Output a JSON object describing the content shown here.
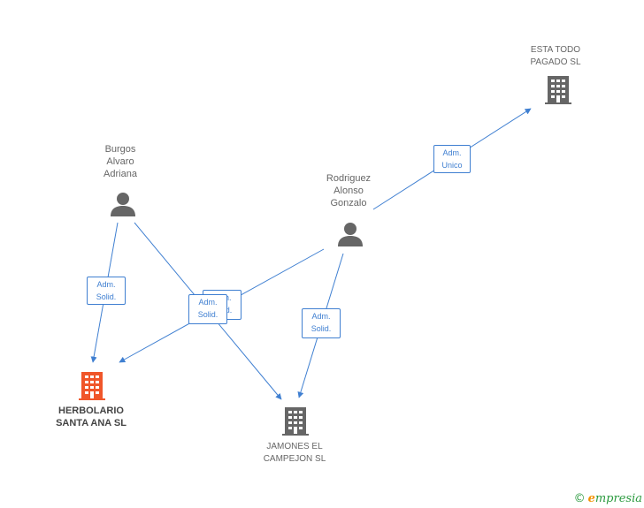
{
  "colors": {
    "edge": "#3f7fd1",
    "person": "#666666",
    "company": "#666666",
    "highlight_company": "#f0562a"
  },
  "persons": {
    "burgos": {
      "name": "Burgos\nAlvaro\nAdriana",
      "icon": "person-icon"
    },
    "rodriguez": {
      "name": "Rodriguez\nAlonso\nGonzalo",
      "icon": "person-icon"
    }
  },
  "companies": {
    "esta_todo": {
      "name": "ESTA TODO\nPAGADO SL",
      "icon": "building-icon"
    },
    "herbolario": {
      "name": "HERBOLARIO\nSANTA ANA SL",
      "icon": "building-icon"
    },
    "jamones": {
      "name": "JAMONES EL\nCAMPEJON  SL",
      "icon": "building-icon"
    }
  },
  "relations": {
    "r1": "Adm.\nUnico",
    "r2": "Adm.\nSolid.",
    "r3": "Adm.\nSolid.",
    "r4": "Adm.\nSolid.",
    "r5": "Adm.\nSolid."
  },
  "footer": {
    "copyright": "©",
    "brand_initial": "e",
    "brand_rest": "mpresia"
  }
}
